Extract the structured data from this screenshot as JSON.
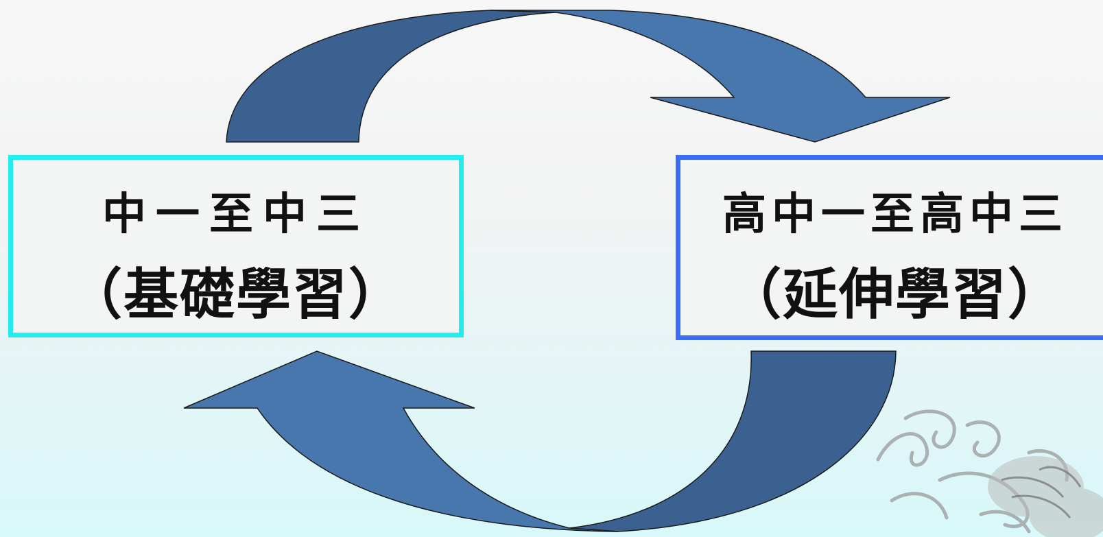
{
  "stages": [
    {
      "grades": "中一至中三",
      "phase": "（基礎學習）",
      "border_color": "#22eef2"
    },
    {
      "grades": "高中一至高中三",
      "phase": "（延伸學習）",
      "border_color": "#3a6cf6"
    }
  ],
  "colors": {
    "arrow_light": "#4877ae",
    "arrow_dark": "#3b6190",
    "arrow_stroke": "#1a1a1a"
  },
  "decoration": "dragon-watermark"
}
